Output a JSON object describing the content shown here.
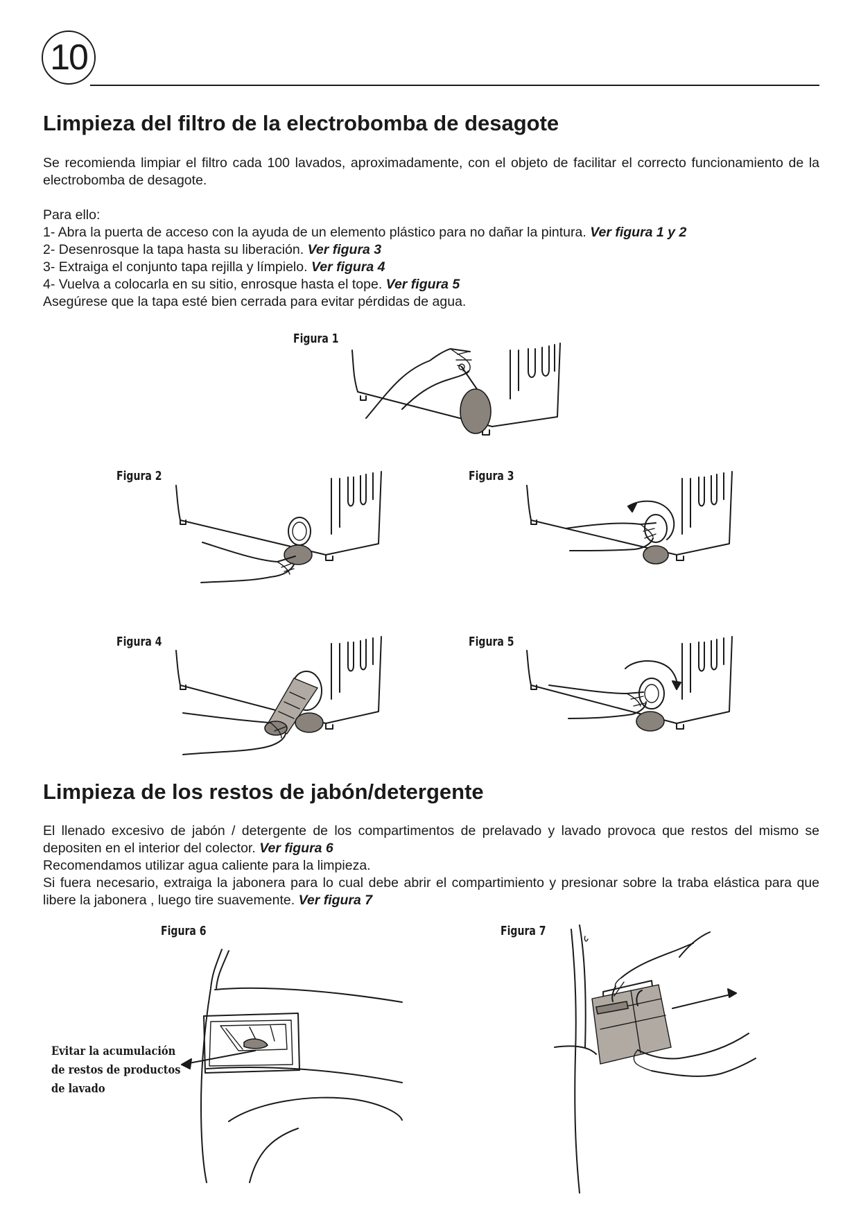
{
  "page_number": "10",
  "section1": {
    "title": "Limpieza del filtro de la electrobomba de desagote",
    "intro": "Se recomienda limpiar el filtro cada 100 lavados, aproximadamente, con el objeto de facilitar el correcto funcionamiento de la electrobomba de desagote.",
    "lead": "Para ello:",
    "steps": [
      {
        "text": "1- Abra la puerta de acceso con la ayuda de un elemento plástico para no dañar la pintura.",
        "ref": "Ver figura 1 y 2"
      },
      {
        "text": "2- Desenrosque la tapa hasta su liberación.",
        "ref": "Ver figura 3"
      },
      {
        "text": "3- Extraiga el conjunto tapa rejilla y límpielo.",
        "ref": "Ver figura 4"
      },
      {
        "text": "4- Vuelva a colocarla en su sitio, enrosque hasta el tope.",
        "ref": "Ver figura 5"
      }
    ],
    "note": "Asegúrese que la tapa esté bien cerrada para evitar pérdidas de agua."
  },
  "figures": {
    "fig1": "Figura 1",
    "fig2": "Figura 2",
    "fig3": "Figura 3",
    "fig4": "Figura 4",
    "fig5": "Figura 5",
    "fig6": "Figura 6",
    "fig7": "Figura 7",
    "fig6_callout": [
      "Evitar la acumulación",
      "de restos de productos",
      "de lavado"
    ]
  },
  "section2": {
    "title": "Limpieza de los restos de jabón/detergente",
    "para1_text": "El llenado excesivo de jabón / detergente de los compartimentos de prelavado y lavado provoca que restos del mismo se depositen en el interior del colector.",
    "para1_ref": "Ver figura 6",
    "para2": "Recomendamos utilizar agua caliente para la limpieza.",
    "para3_text": "Si fuera necesario, extraiga la jabonera para lo cual debe abrir el compartimiento y presionar sobre la traba elástica para que libere la jabonera , luego tire suavemente.",
    "para3_ref": "Ver figura 7"
  },
  "colors": {
    "text": "#1a1a1a",
    "illustration_fill": "#8a837c",
    "background": "#ffffff"
  }
}
